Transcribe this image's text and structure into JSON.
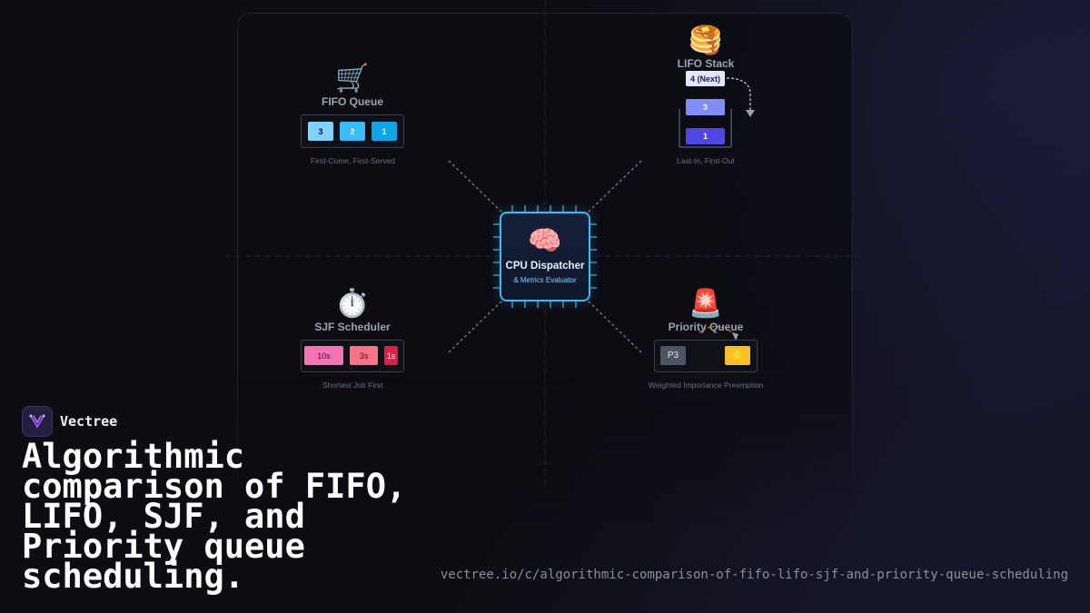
{
  "brand": {
    "name": "Vectree"
  },
  "headline": "Algorithmic comparison of FIFO, LIFO, SJF, and Priority queue scheduling.",
  "url": "vectree.io/c/algorithmic-comparison-of-fifo-lifo-sjf-and-priority-queue-scheduling",
  "center": {
    "icon": "brain-icon",
    "title": "CPU Dispatcher",
    "subtitle": "& Metrics Evaluator"
  },
  "fifo": {
    "icon": "shopping-cart-icon",
    "title": "FIFO Queue",
    "items": [
      "3",
      "2",
      "1"
    ],
    "caption": "First-Come, First-Served"
  },
  "lifo": {
    "icon": "pancakes-icon",
    "title": "LIFO Stack",
    "incoming": "4 (Next)",
    "items": [
      "3",
      "1"
    ],
    "caption": "Last-In, First-Out"
  },
  "sjf": {
    "icon": "stopwatch-icon",
    "title": "SJF Scheduler",
    "items": [
      "10s",
      "3s",
      "1s"
    ],
    "caption": "Shortest Job First"
  },
  "priority": {
    "icon": "siren-icon",
    "title": "Priority Queue",
    "items": [
      "P3",
      "⭐"
    ],
    "caption": "Weighted Importance Preemption"
  },
  "colors": {
    "accent": "#38bdf8",
    "fifo": [
      "#7dd3fc",
      "#38bdf8",
      "#0ea5e9"
    ],
    "lifo": [
      "#818cf8",
      "#4f46e5"
    ],
    "sjf": [
      "#f472b6",
      "#fb7185",
      "#e11d48"
    ],
    "priority": [
      "#4b5563",
      "#fbbf24"
    ]
  }
}
